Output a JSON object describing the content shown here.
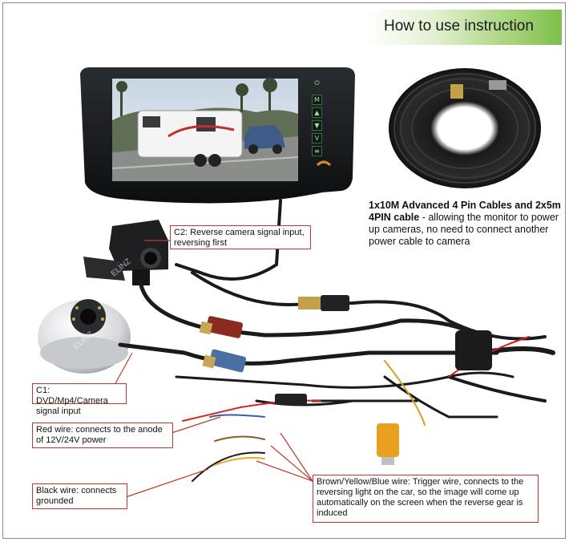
{
  "header": {
    "title": "How to use instruction"
  },
  "description": {
    "bold": "1x10M Advanced 4 Pin Cables and 2x5m 4PIN cable",
    "text": " - allowing the monitor to power up cameras, no need to connect another power cable to camera"
  },
  "labels": {
    "c2": "C2:  Reverse camera signal input, reversing first",
    "c1": "C1:  DVD/Mp4/Camera signal input",
    "red": "Red wire: connects to the anode of 12V/24V power",
    "black": "Black wire: connects grounded",
    "trigger": "Brown/Yellow/Blue wire: Trigger wire, connects to the reversing light on the car, so the image will come up automatically on the screen when the reverse gear is induced"
  },
  "watermark": "ELINZ",
  "colors": {
    "accent_green": "#7cbf4c",
    "callout_border": "#c0392b",
    "rca_yellow": "#e8a020",
    "connector_red": "#8b2a1f",
    "connector_blue": "#4a6fa3"
  },
  "icons": [
    "power-icon",
    "menu-icon",
    "up-icon",
    "down-icon",
    "voltage-icon",
    "mode-icon",
    "cable-coil",
    "camera-square",
    "camera-dome"
  ]
}
